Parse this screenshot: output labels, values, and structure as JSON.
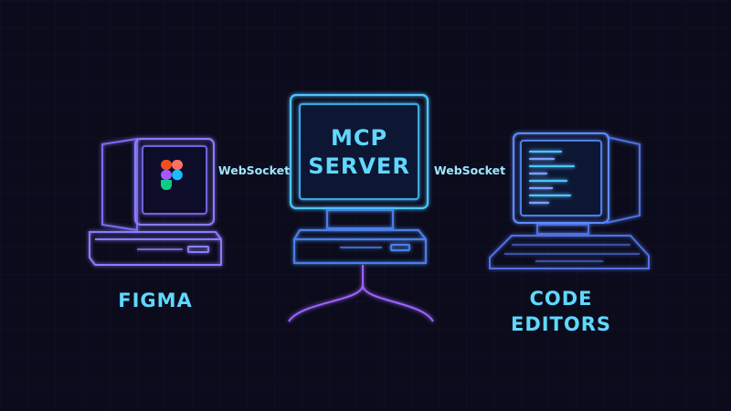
{
  "nodes": {
    "figma": {
      "label": "FIGMA"
    },
    "server": {
      "title_line1": "MCP",
      "title_line2": "SERVER"
    },
    "editors": {
      "label_line1": "CODE",
      "label_line2": "EDITORS"
    }
  },
  "connections": [
    {
      "from": "FIGMA",
      "to": "MCP SERVER",
      "label": "WebSocket"
    },
    {
      "from": "MCP SERVER",
      "to": "CODE EDITORS",
      "label": "WebSocket"
    }
  ],
  "colors": {
    "background": "#0b0b1c",
    "figma_outline": "#8a7cff",
    "server_outline": "#4fc3ff",
    "editor_outline": "#5d8bff",
    "arrow": "#b06bff",
    "label_text": "#5fd8ff",
    "ws_text": "#9fe6ff"
  }
}
